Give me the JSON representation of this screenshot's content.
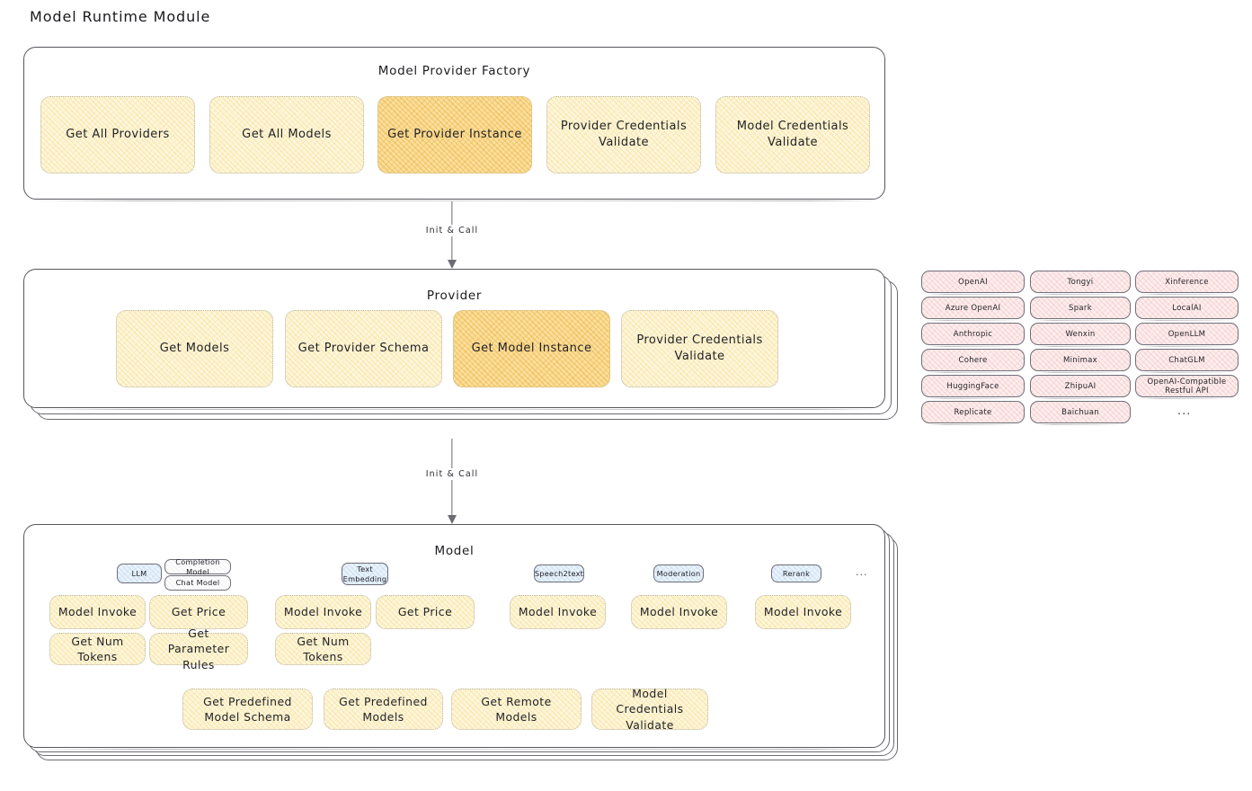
{
  "page": {
    "title": "Model Runtime Module"
  },
  "colors": {
    "node_fill": "#fdf6dd",
    "node_fill_highlight": "#fbdf9d",
    "provider_pill_fill": "#fdeeee",
    "model_badge_fill": "#eaf3fb",
    "stroke": "#57575d",
    "text": "#1b1b1f"
  },
  "factory": {
    "title": "Model Provider Factory",
    "nodes": [
      {
        "label": "Get All Providers",
        "highlighted": false
      },
      {
        "label": "Get All Models",
        "highlighted": false
      },
      {
        "label": "Get Provider Instance",
        "highlighted": true
      },
      {
        "label": "Provider Credentials Validate",
        "highlighted": false
      },
      {
        "label": "Model Credentials Validate",
        "highlighted": false
      }
    ]
  },
  "arrow_factory_to_provider": {
    "label": "Init & Call"
  },
  "provider": {
    "title": "Provider",
    "nodes": [
      {
        "label": "Get Models",
        "highlighted": false
      },
      {
        "label": "Get Provider Schema",
        "highlighted": false
      },
      {
        "label": "Get Model Instance",
        "highlighted": true
      },
      {
        "label": "Provider Credentials Validate",
        "highlighted": false
      }
    ]
  },
  "provider_list": {
    "columns": [
      {
        "items": [
          "OpenAI",
          "Azure OpenAI",
          "Anthropic",
          "Cohere",
          "HuggingFace",
          "Replicate"
        ]
      },
      {
        "items": [
          "Tongyi",
          "Spark",
          "Wenxin",
          "Minimax",
          "ZhipuAI",
          "Baichuan"
        ]
      },
      {
        "items": [
          "Xinference",
          "LocalAI",
          "OpenLLM",
          "ChatGLM",
          "OpenAI-Compatible Restful API"
        ]
      }
    ],
    "more": "..."
  },
  "arrow_provider_to_model": {
    "label": "Init & Call"
  },
  "model": {
    "title": "Model",
    "more": "...",
    "types": [
      {
        "badge": "LLM",
        "sub_badges": [
          "Completion Model",
          "Chat Model"
        ],
        "methods": [
          {
            "label": "Model Invoke",
            "highlighted": true
          },
          {
            "label": "Get Price",
            "highlighted": false
          },
          {
            "label": "Get Num Tokens",
            "highlighted": false
          },
          {
            "label": "Get Parameter Rules",
            "highlighted": false
          }
        ]
      },
      {
        "badge": "Text Embedding",
        "sub_badges": [],
        "methods": [
          {
            "label": "Model Invoke",
            "highlighted": true
          },
          {
            "label": "Get Price",
            "highlighted": false
          },
          {
            "label": "Get Num Tokens",
            "highlighted": false
          }
        ]
      },
      {
        "badge": "Speech2text",
        "sub_badges": [],
        "methods": [
          {
            "label": "Model Invoke",
            "highlighted": false
          }
        ]
      },
      {
        "badge": "Moderation",
        "sub_badges": [],
        "methods": [
          {
            "label": "Model Invoke",
            "highlighted": false
          }
        ]
      },
      {
        "badge": "Rerank",
        "sub_badges": [],
        "methods": [
          {
            "label": "Model Invoke",
            "highlighted": false
          }
        ]
      }
    ],
    "shared_methods": [
      "Get Predefined Model Schema",
      "Get Predefined Models",
      "Get Remote Models",
      "Model Credentials Validate"
    ]
  }
}
